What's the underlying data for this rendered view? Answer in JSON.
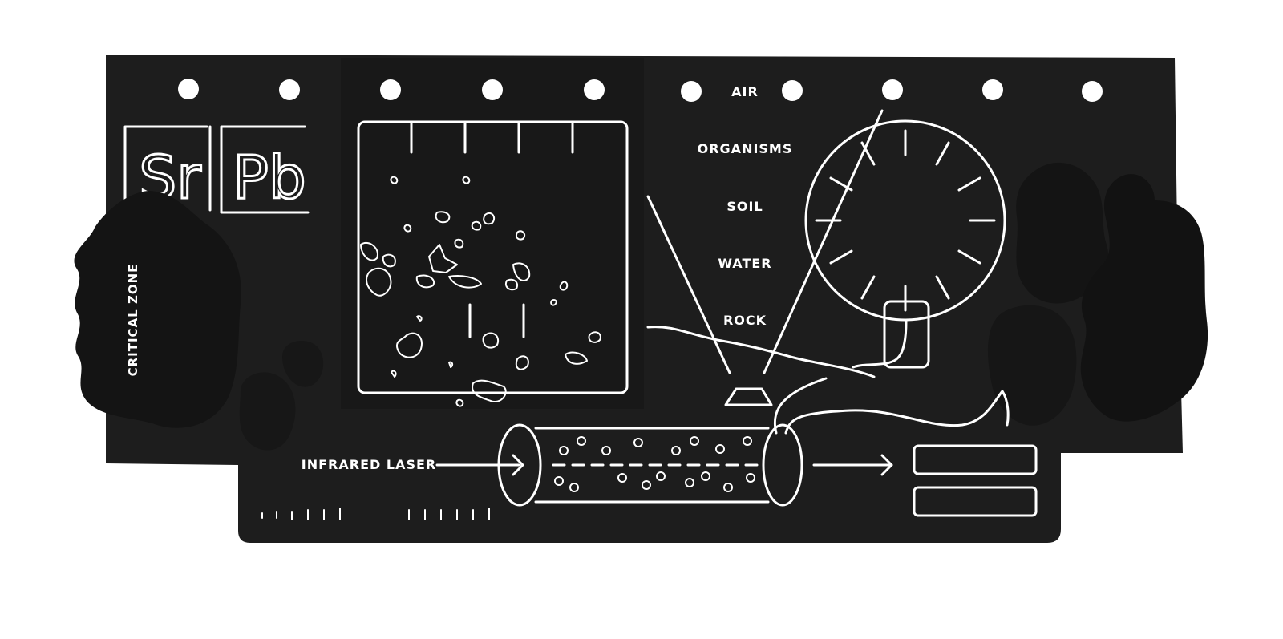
{
  "colors": {
    "board": "#1d1d1d",
    "panel": "#181818",
    "blob": "#141414",
    "line": "#ffffff",
    "background": "#ffffff"
  },
  "elements": {
    "left": "Sr",
    "right": "Pb"
  },
  "labels": {
    "critical_zone": "CRITICAL ZONE",
    "infrared_laser": "INFRARED LASER",
    "layers": [
      "AIR",
      "ORGANISMS",
      "SOIL",
      "WATER",
      "ROCK"
    ]
  },
  "icons": [
    "sr-element-icon",
    "pb-element-icon",
    "contour-map-icon",
    "dial-gauge-icon",
    "laser-tube-icon",
    "arrow-right-icon",
    "output-bar-icon",
    "sample-cup-icon"
  ]
}
